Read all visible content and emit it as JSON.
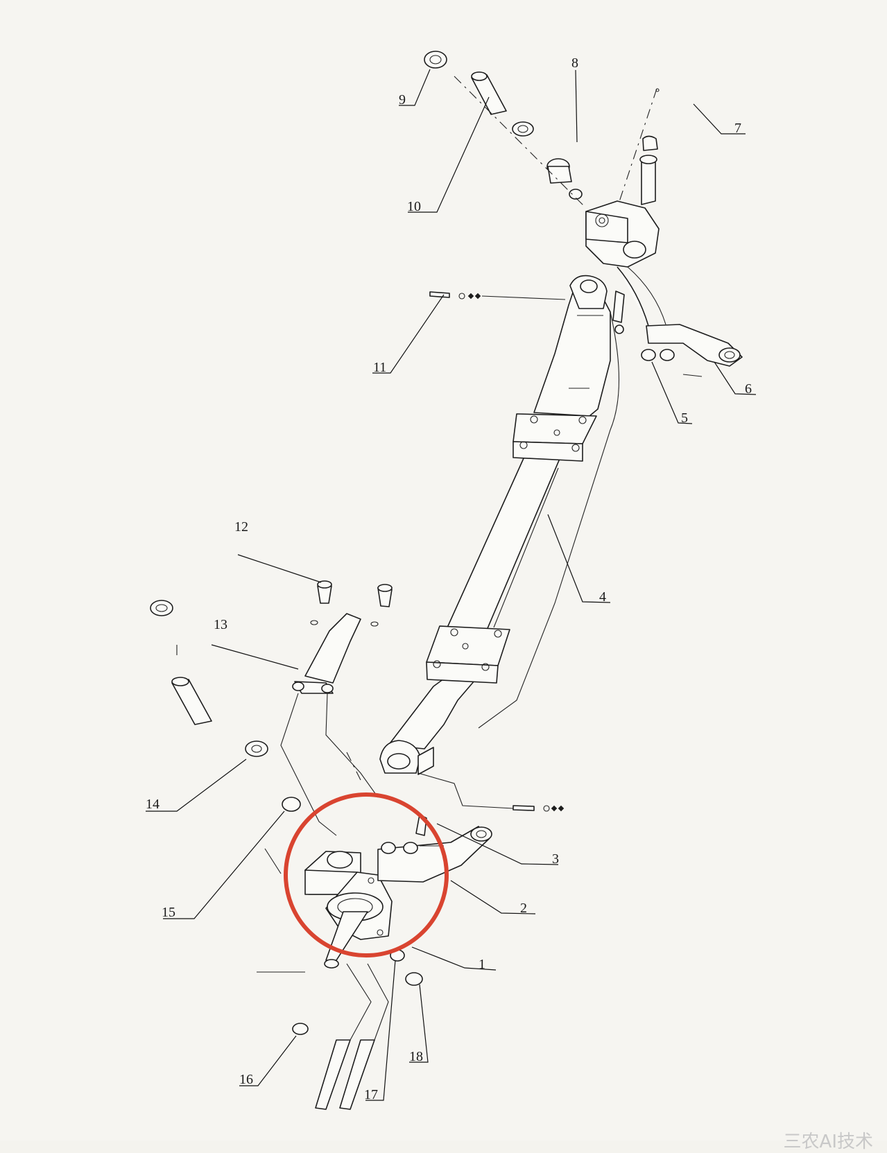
{
  "diagram": {
    "part_callouts": [
      "1",
      "2",
      "3",
      "4",
      "5",
      "6",
      "7",
      "8",
      "9",
      "10",
      "11",
      "12",
      "13",
      "14",
      "15",
      "16",
      "17",
      "18"
    ],
    "highlight_color": "#d94430",
    "line_color": "#1d1d1d",
    "background_color": "#f6f5f1"
  },
  "watermark": "三农AI技术"
}
